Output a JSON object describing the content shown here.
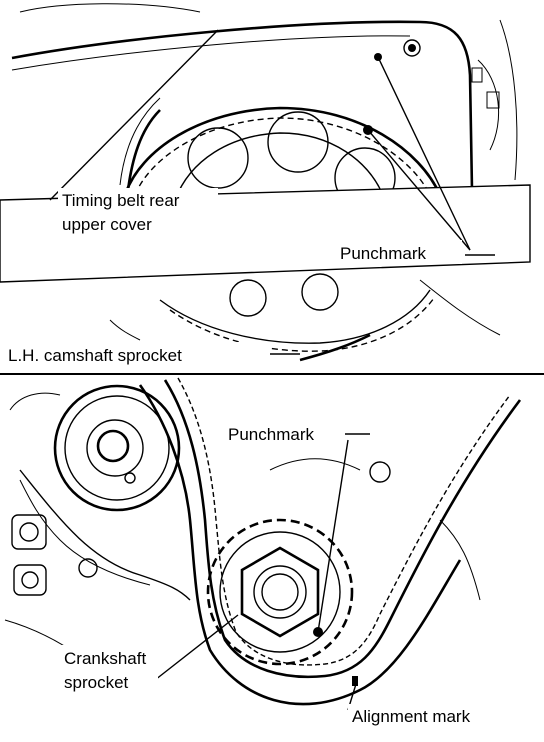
{
  "labels": {
    "rear_cover": [
      "Timing belt rear",
      "upper cover"
    ],
    "punchmark_top": "Punchmark",
    "camshaft_sprocket": "L.H. camshaft sprocket",
    "punchmark_bottom": "Punchmark",
    "crankshaft_sprocket": [
      "Crankshaft",
      "sprocket"
    ],
    "alignment_mark": "Alignment mark"
  },
  "colors": {
    "ink": "#000000",
    "paper": "#ffffff"
  }
}
